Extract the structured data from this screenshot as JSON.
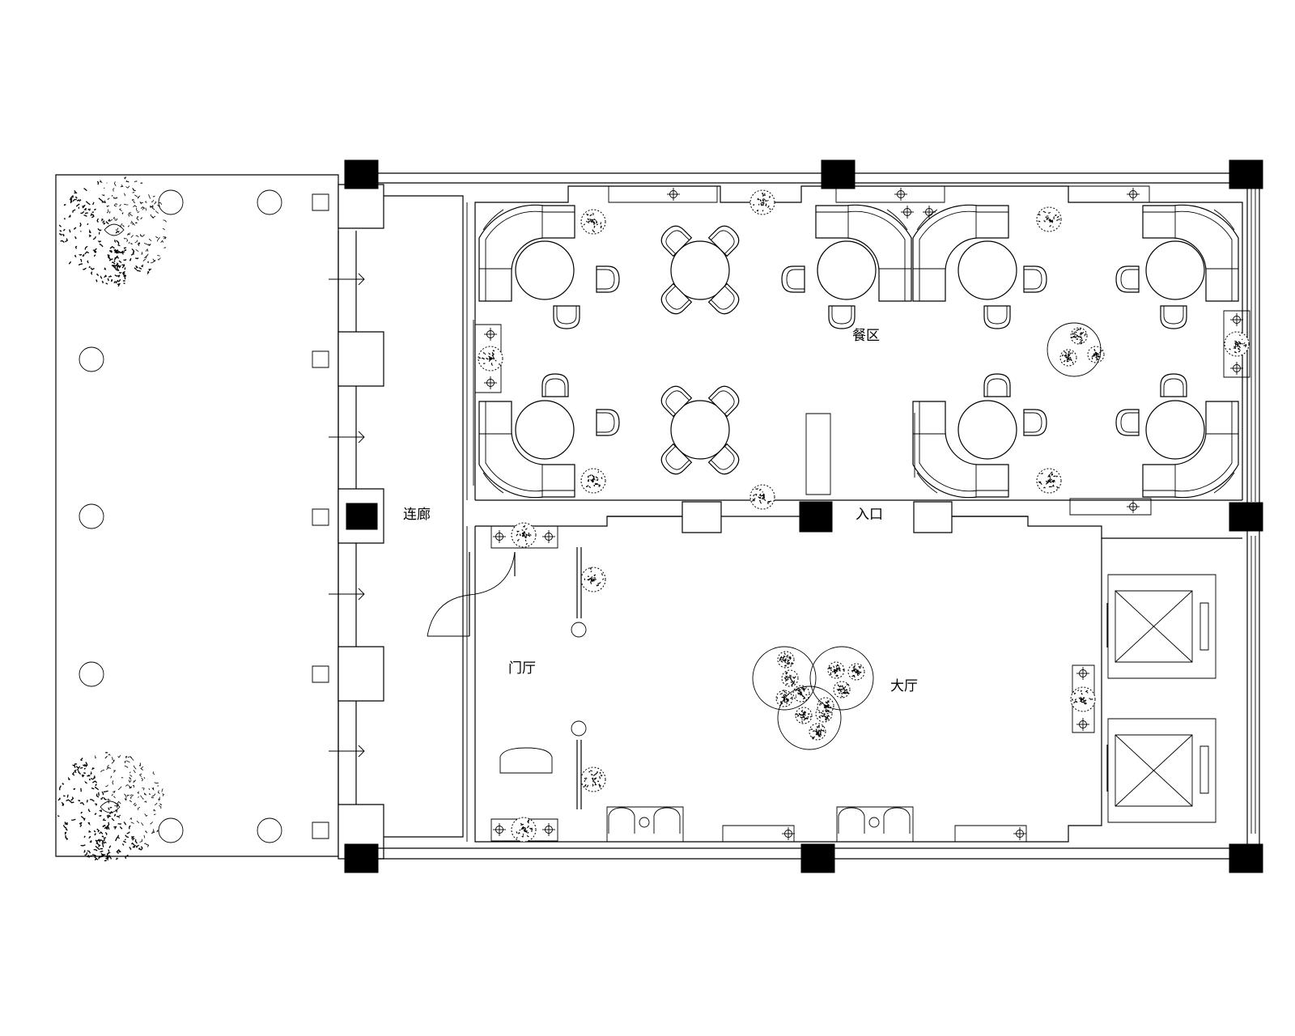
{
  "rooms": {
    "dining": "餐区",
    "corridor": "连廊",
    "entrance": "入口",
    "foyer": "门厅",
    "hall": "大厅"
  },
  "colors": {
    "line": "#000000",
    "background": "#ffffff",
    "column_fill": "#000000"
  }
}
